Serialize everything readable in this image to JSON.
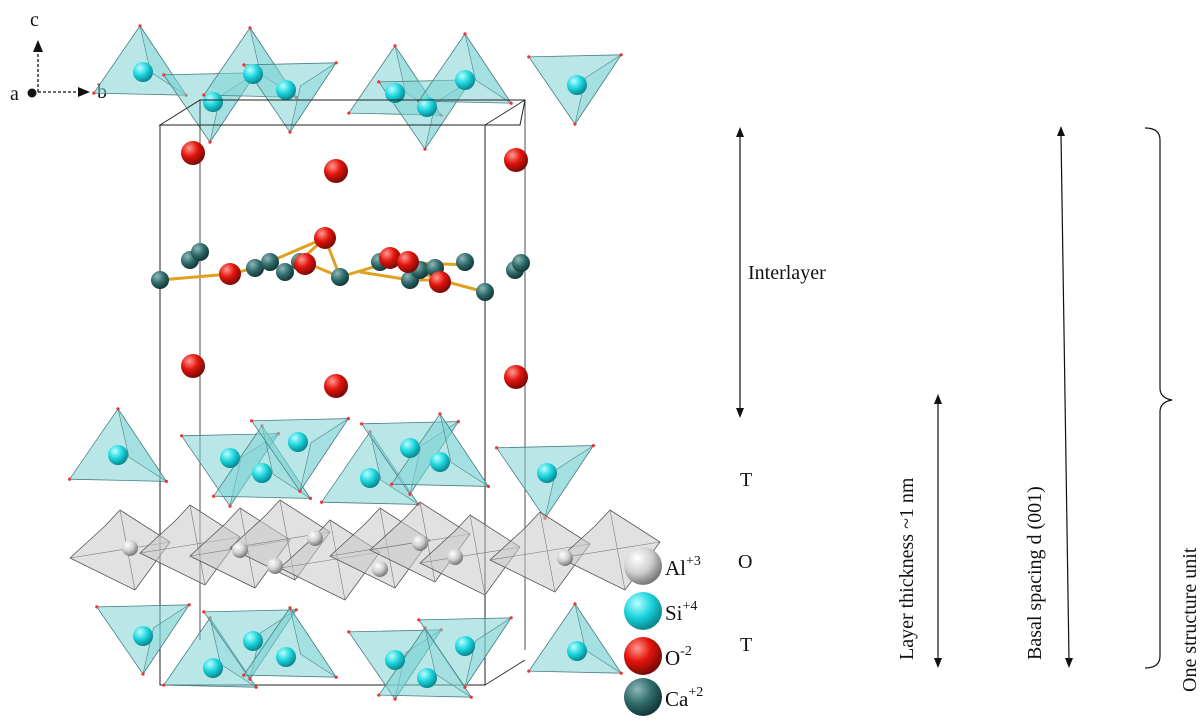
{
  "axes": {
    "c_label": "c",
    "a_label": "a",
    "b_label": "b"
  },
  "labels": {
    "interlayer": "Interlayer",
    "t_top": "T",
    "o_middle": "O",
    "t_bottom": "T",
    "layer_thickness": "Layer thickness ~1 nm",
    "basal_spacing": "Basal spacing d (001)",
    "structure_unit": "One structure unit"
  },
  "legend": [
    {
      "symbol": "Al",
      "charge": "+3",
      "color": "#d8d8d8",
      "name": "aluminium"
    },
    {
      "symbol": "Si",
      "charge": "+4",
      "color": "#2ad8e0",
      "name": "silicon"
    },
    {
      "symbol": "O",
      "charge": "-2",
      "color": "#e8120c",
      "name": "oxygen"
    },
    {
      "symbol": "Ca",
      "charge": "+2",
      "color": "#2f6b6b",
      "name": "calcium"
    }
  ],
  "colors": {
    "tetrahedron_fill": "#7fd3d6",
    "octahedron_fill": "#c9c9c9",
    "bond": "#e0a020",
    "cell_outline": "#222222"
  }
}
